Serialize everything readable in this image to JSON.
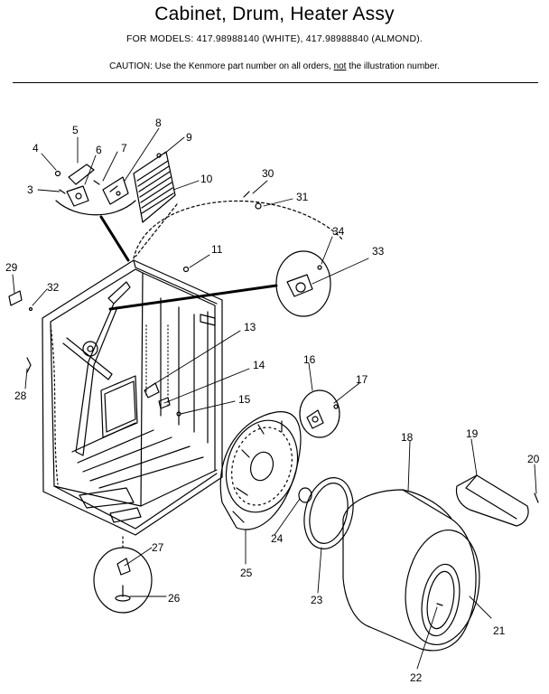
{
  "header": {
    "title": "Cabinet, Drum, Heater Assy",
    "models": "FOR MODELS:  417.98988140 (WHITE), 417.98988840 (ALMOND).",
    "caution_prefix": "CAUTION:  Use the Kenmore part number on all orders, ",
    "caution_emph": "not",
    "caution_suffix": " the illustration number."
  },
  "callouts": [
    "3",
    "4",
    "5",
    "6",
    "7",
    "8",
    "9",
    "10",
    "11",
    "13",
    "14",
    "15",
    "16",
    "17",
    "18",
    "19",
    "20",
    "21",
    "22",
    "23",
    "24",
    "25",
    "26",
    "27",
    "28",
    "29",
    "30",
    "31",
    "32",
    "33",
    "34"
  ]
}
